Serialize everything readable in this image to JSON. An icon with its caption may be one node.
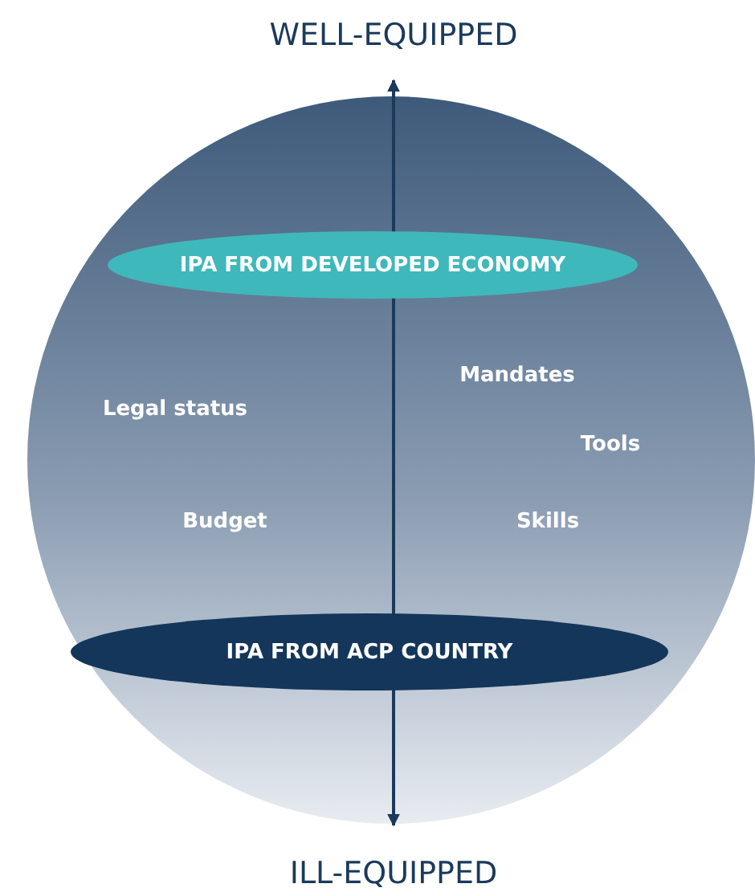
{
  "diagram": {
    "nodes": [
      {
        "text": [],
        "shape": "circle"
      },
      {
        "text": [
          "IPA FROM DEVELOPED ECONOMY"
        ],
        "in": 0
      },
      {
        "text": [
          "IPA FROM ACP COUNTRY"
        ],
        "in": 0
      }
    ],
    "labels": [
      "WELL-EQUIPPED",
      "Mandates",
      "Legal status",
      "Tools",
      "Budget",
      "Skills",
      "ILL-EQUIPPED"
    ]
  }
}
